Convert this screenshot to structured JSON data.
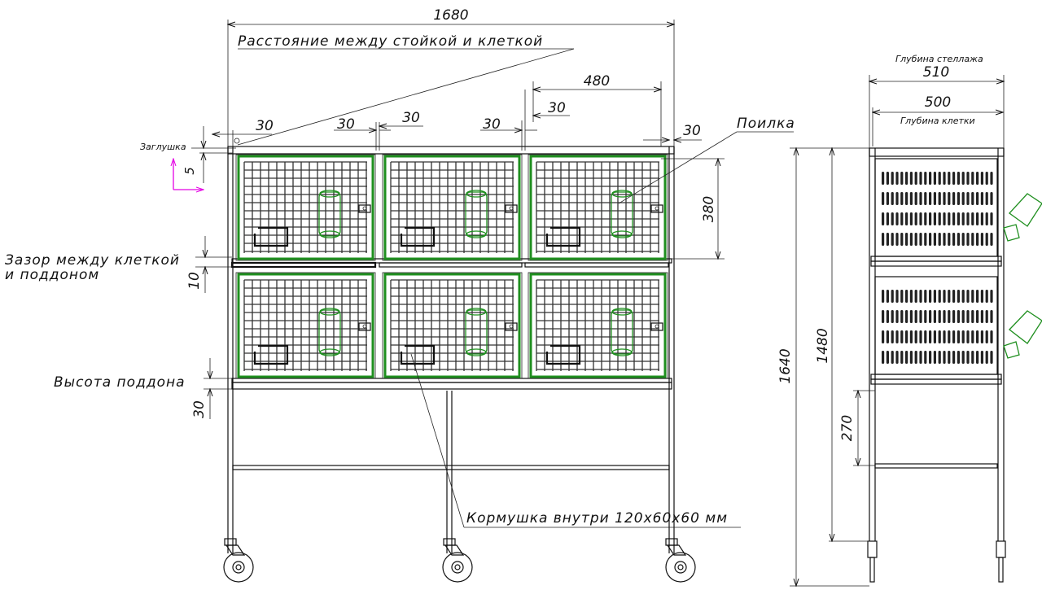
{
  "dimensions": {
    "total_width": "1680",
    "gap_left": "30",
    "gap_mid1": "30",
    "gap_mid2": "30",
    "gap_mid3": "30",
    "gap_right": "30",
    "cage_width": "480",
    "cage_height": "380",
    "plug_offset": "5",
    "gap_cage_tray": "10",
    "tray_height": "30",
    "rack_depth": "510",
    "cage_depth": "500",
    "total_height": "1640",
    "height_1480": "1480",
    "bottom_270": "270"
  },
  "labels": {
    "distance_post_cage": "Расстояние между стойкой и клеткой",
    "plug": "Заглушка",
    "drinker": "Поилка",
    "gap_cage_tray_line1": "Зазор между клеткой",
    "gap_cage_tray_line2": "и поддоном",
    "tray_height": "Высота поддона",
    "feeder": "Кормушка внутри 120х60х60 мм",
    "rack_depth": "Глубина стеллажа",
    "cage_depth": "Глубина клетки"
  },
  "colors": {
    "line": "#111111",
    "cage_frame": "#1f8f1f",
    "axis_marker": "#e400e4"
  }
}
